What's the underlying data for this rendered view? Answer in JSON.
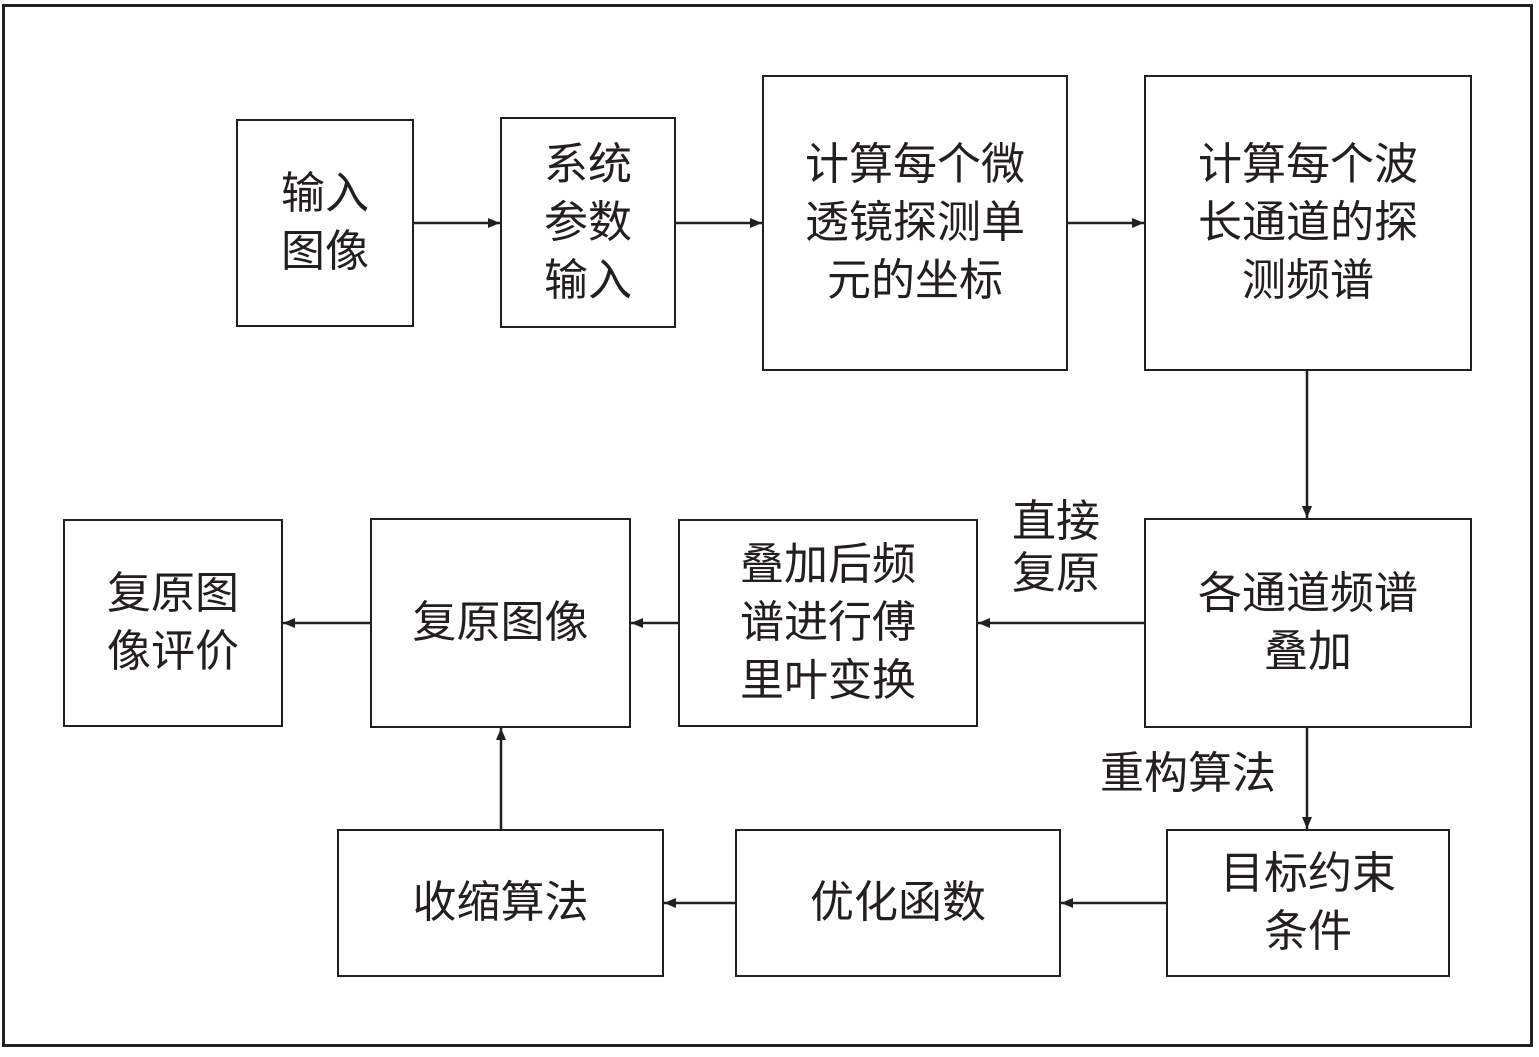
{
  "diagram": {
    "boxes": {
      "input_image": "输入\n图像",
      "system_params": "系统\n参数\n输入",
      "microlens_coords": "计算每个微\n透镜探测单\n元的坐标",
      "wavelength_spectrum": "计算每个波\n长通道的探\n测频谱",
      "channel_superpose": "各通道频谱\n叠加",
      "fourier_transform": "叠加后频\n谱进行傅\n里叶变换",
      "restored_image": "复原图像",
      "image_evaluation": "复原图\n像评价",
      "target_constraint": "目标约束\n条件",
      "optimize_function": "优化函数",
      "shrink_algorithm": "收缩算法"
    },
    "labels": {
      "direct_restore": "直接\n复原",
      "reconstruct_algorithm": "重构算法"
    }
  }
}
